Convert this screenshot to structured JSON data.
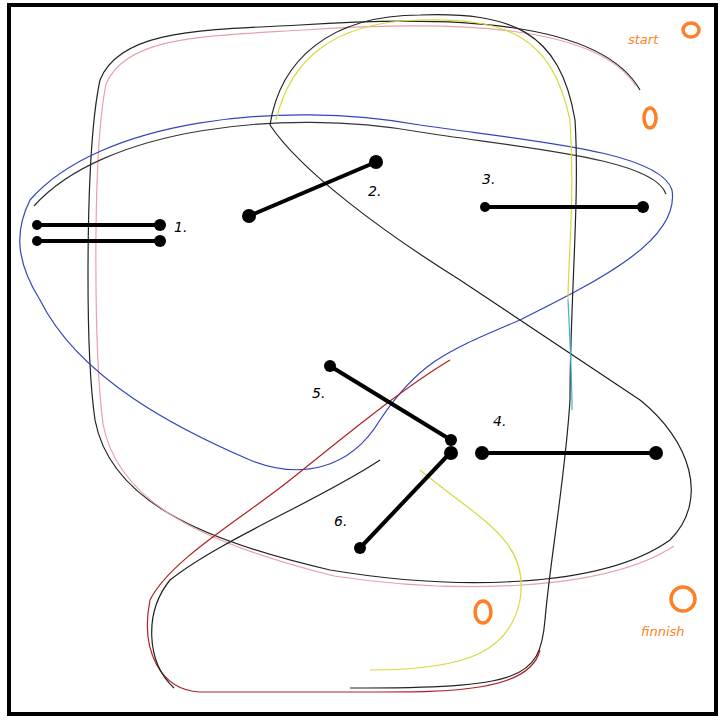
{
  "diagram": {
    "labels": [
      "start",
      "1.",
      "2.",
      "3.",
      "4.",
      "5.",
      "6.",
      "finnish"
    ]
  }
}
